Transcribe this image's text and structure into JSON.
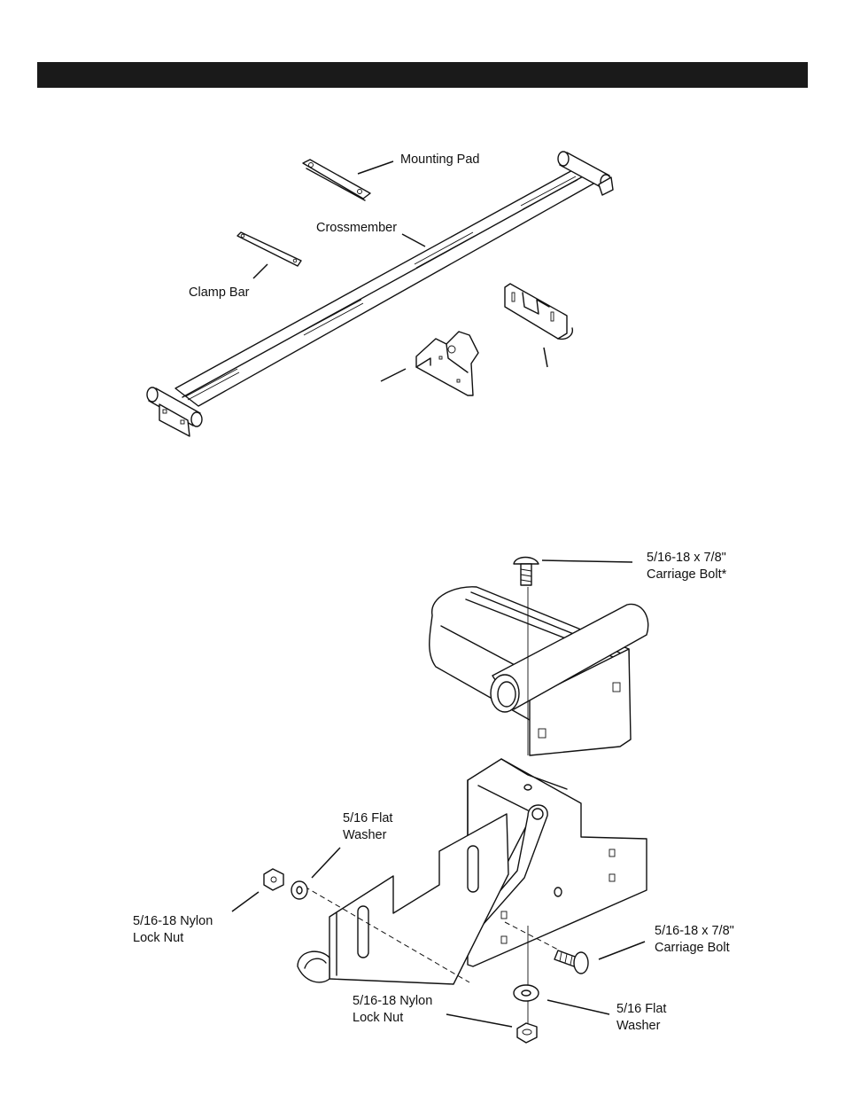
{
  "labels": {
    "mounting_pad": "Mounting Pad",
    "crossmember": "Crossmember",
    "clamp_bar": "Clamp Bar",
    "carriage_bolt_top_line1": "5/16-18 x 7/8\"",
    "carriage_bolt_top_line2": "Carriage Bolt*",
    "flat_washer_left_line1": "5/16 Flat",
    "flat_washer_left_line2": "Washer",
    "nylon_lock_nut_left_line1": "5/16-18 Nylon",
    "nylon_lock_nut_left_line2": "Lock Nut",
    "carriage_bolt_right_line1": "5/16-18 x 7/8\"",
    "carriage_bolt_right_line2": "Carriage Bolt",
    "nylon_lock_nut_bottom_line1": "5/16-18 Nylon",
    "nylon_lock_nut_bottom_line2": "Lock Nut",
    "flat_washer_bottom_line1": "5/16 Flat",
    "flat_washer_bottom_line2": "Washer"
  }
}
